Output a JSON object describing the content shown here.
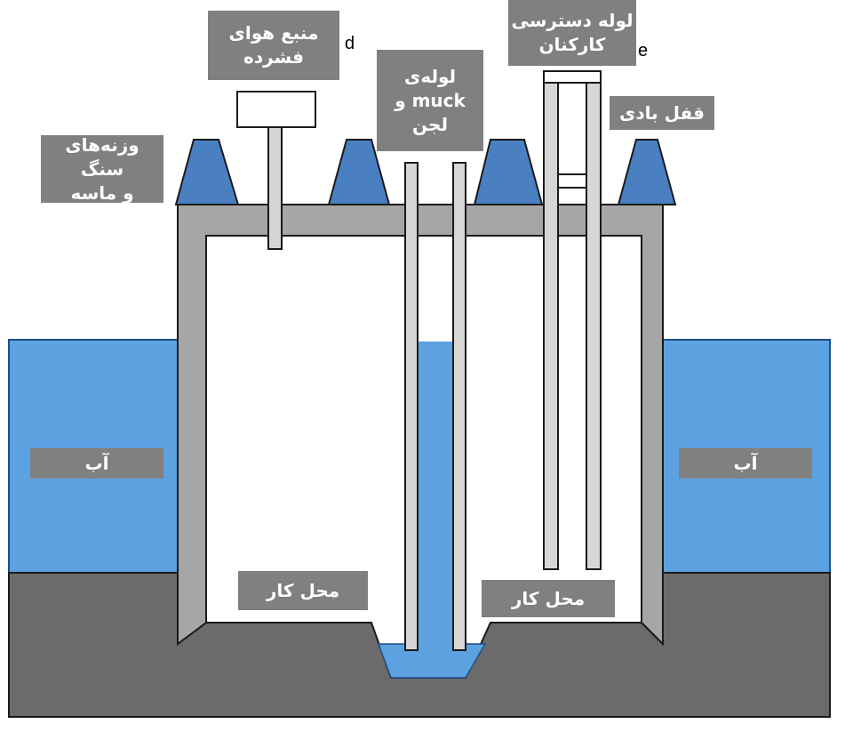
{
  "colors": {
    "water": "#5ca1e0",
    "ground": "#6b6b6b",
    "caisson_wall": "#a6a6a6",
    "pipe": "#d6d6d6",
    "weight": "#4a7fc1",
    "label_bg": "#808080",
    "label_text": "#ffffff"
  },
  "labels": {
    "compressed_air": "منبع هوای\nفشرده",
    "muck_pipe": "لوله‌ی\nmuck و\nلجن",
    "worker_access": "لوله دسترسی\nکارکنان",
    "air_lock": "قفل بادی",
    "weights": "وزنه‌های سنگ\nو ماسه",
    "water_left": "آب",
    "water_right": "آب",
    "work_area_left": "محل کار",
    "work_area_right": "محل کار"
  },
  "stray_text": {
    "fragment_d": "d",
    "fragment_e": "e"
  }
}
